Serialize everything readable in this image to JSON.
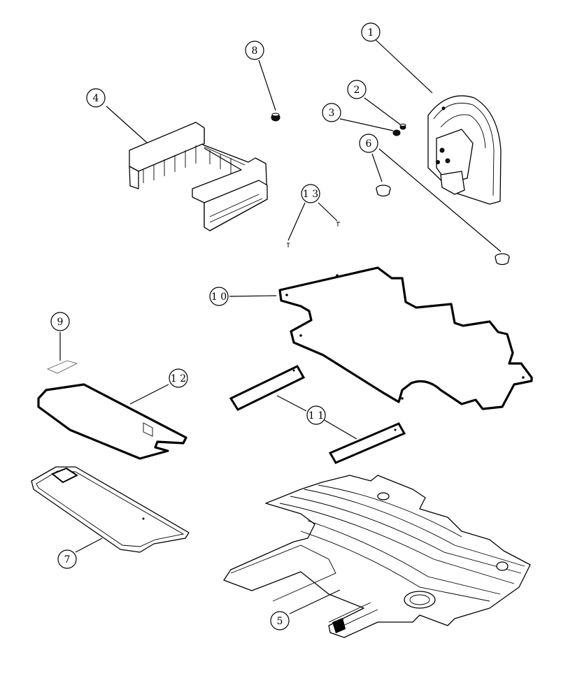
{
  "callouts": [
    {
      "id": "1",
      "label": "1"
    },
    {
      "id": "2",
      "label": "2"
    },
    {
      "id": "3",
      "label": "3"
    },
    {
      "id": "4",
      "label": "4"
    },
    {
      "id": "5",
      "label": "5"
    },
    {
      "id": "6",
      "label": "6"
    },
    {
      "id": "7",
      "label": "7"
    },
    {
      "id": "8",
      "label": "8"
    },
    {
      "id": "9",
      "label": "9"
    },
    {
      "id": "10",
      "label": "1 0"
    },
    {
      "id": "11",
      "label": "1 1"
    },
    {
      "id": "12",
      "label": "1 2"
    },
    {
      "id": "13",
      "label": "1 3"
    }
  ],
  "colors": {
    "line": "#000000",
    "background": "#ffffff"
  }
}
